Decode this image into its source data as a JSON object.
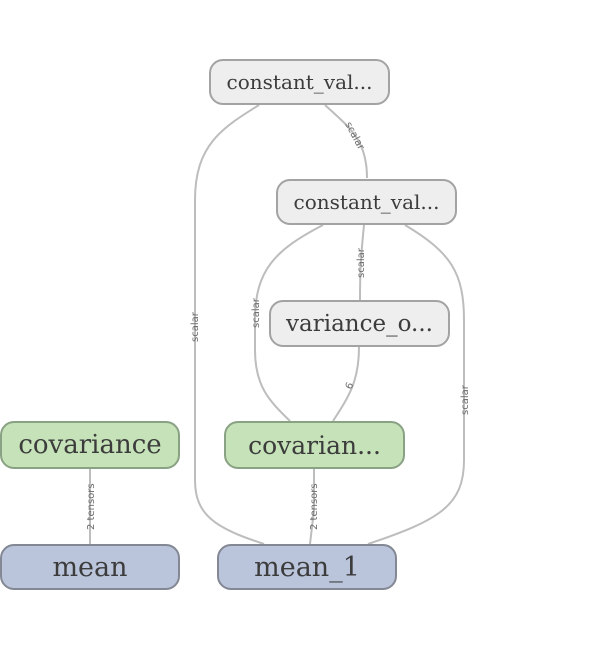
{
  "nodes": {
    "constant_1": {
      "label": "constant_val..."
    },
    "constant_2": {
      "label": "constant_val..."
    },
    "variance": {
      "label": "variance_o..."
    },
    "covariance_left": {
      "label": "covariance"
    },
    "covariance_right": {
      "label": "covarian..."
    },
    "mean": {
      "label": "mean"
    },
    "mean_1": {
      "label": "mean_1"
    }
  },
  "edges": {
    "c1_to_c2": {
      "label": "scalar"
    },
    "c1_to_mean1": {
      "label": "scalar"
    },
    "c2_to_variance": {
      "label": "scalar"
    },
    "c2_to_covright": {
      "label": "scalar"
    },
    "c2_to_mean1": {
      "label": "scalar"
    },
    "variance_to_covright": {
      "label": "6"
    },
    "covleft_to_mean": {
      "label": "2 tensors"
    },
    "covright_to_mean1": {
      "label": "2 tensors"
    }
  },
  "colors": {
    "constant_fill": "#eeeeee",
    "covariance_fill": "#c5e2b8",
    "mean_fill": "#bac5dc",
    "edge_stroke": "#bdbdbd"
  }
}
